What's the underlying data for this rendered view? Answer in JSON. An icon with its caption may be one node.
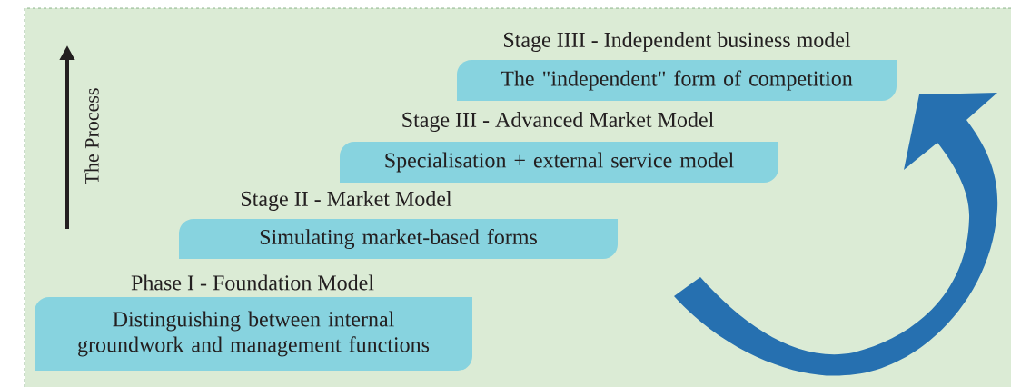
{
  "diagram": {
    "nodes": [
      {
        "text": [
          "Stage IIII - Independent business model",
          "The \"independent\" form of competition"
        ]
      },
      {
        "text": [
          "Stage III - Advanced Market Model",
          "Specialisation + external service model"
        ]
      },
      {
        "text": [
          "Stage II - Market Model",
          "Simulating market-based forms"
        ]
      },
      {
        "text": [
          "Phase I - Foundation Model",
          "Distinguishing between internal groundwork and management functions"
        ]
      }
    ],
    "labels": [
      "The Process"
    ]
  }
}
